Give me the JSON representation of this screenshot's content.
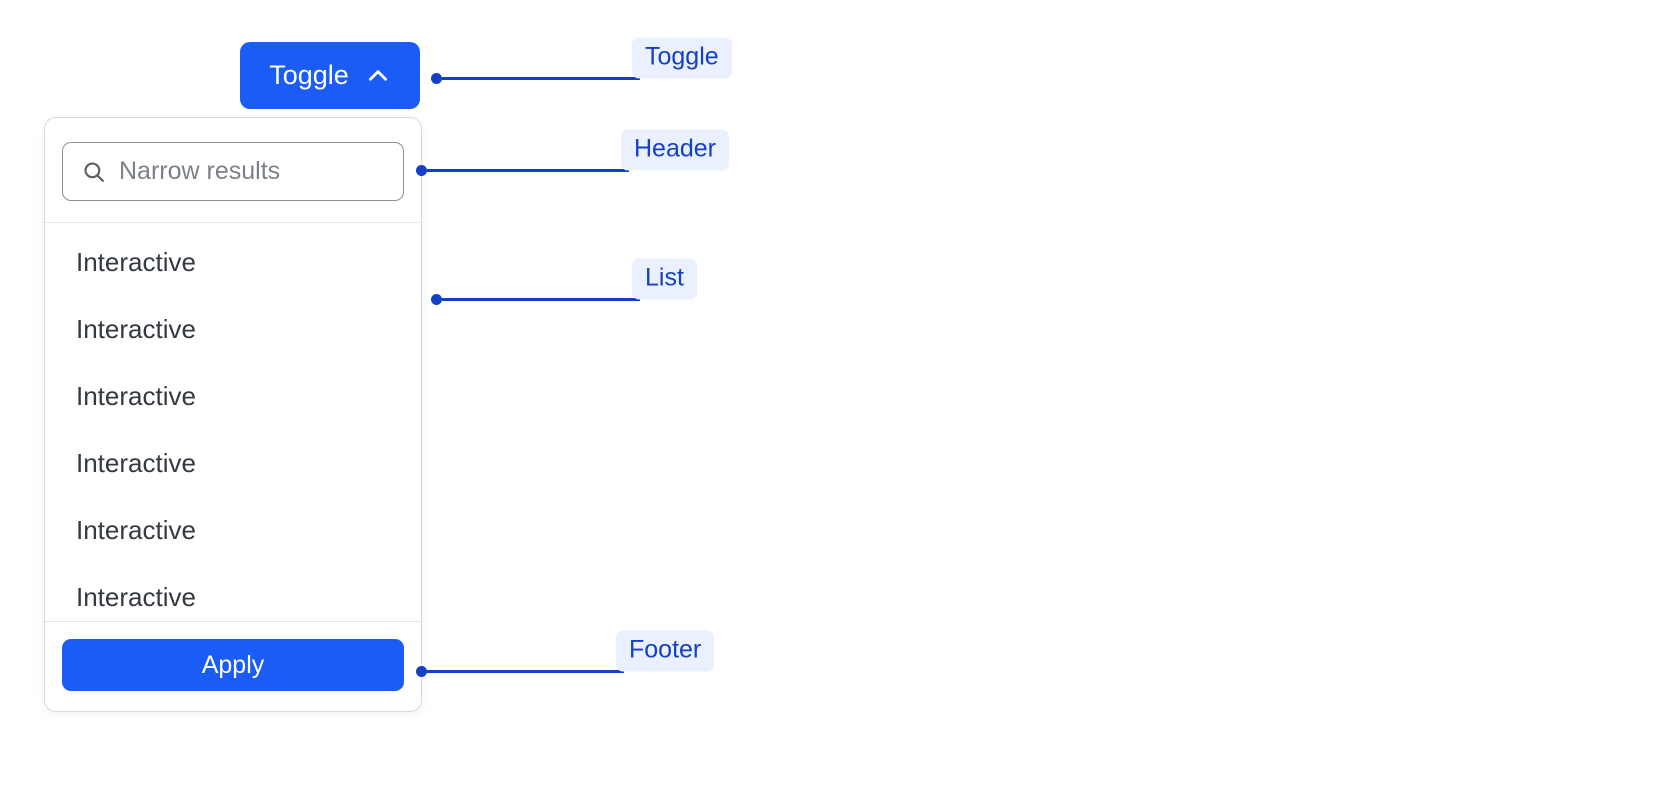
{
  "theme": {
    "accent_blue": "#1a5cf5",
    "annotation_blue": "#1340c4",
    "annotation_badge_bg": "#eaf0fd",
    "panel_border": "#d7dae0",
    "divider": "#e3e5ea",
    "text_dark": "#343a40",
    "placeholder_gray": "#7c8089",
    "page_bg": "#ffffff"
  },
  "toggle": {
    "label": "Toggle",
    "icon": "chevron-up-icon",
    "state": "expanded"
  },
  "panel": {
    "header": {
      "search": {
        "icon": "search-icon",
        "placeholder": "Narrow results",
        "value": ""
      }
    },
    "list": {
      "items": [
        {
          "label": "Interactive"
        },
        {
          "label": "Interactive"
        },
        {
          "label": "Interactive"
        },
        {
          "label": "Interactive"
        },
        {
          "label": "Interactive"
        },
        {
          "label": "Interactive"
        }
      ]
    },
    "footer": {
      "apply_label": "Apply"
    }
  },
  "annotations": [
    {
      "label": "Toggle",
      "target": "toggle-button"
    },
    {
      "label": "Header",
      "target": "panel-header"
    },
    {
      "label": "List",
      "target": "panel-list"
    },
    {
      "label": "Footer",
      "target": "panel-footer"
    }
  ]
}
